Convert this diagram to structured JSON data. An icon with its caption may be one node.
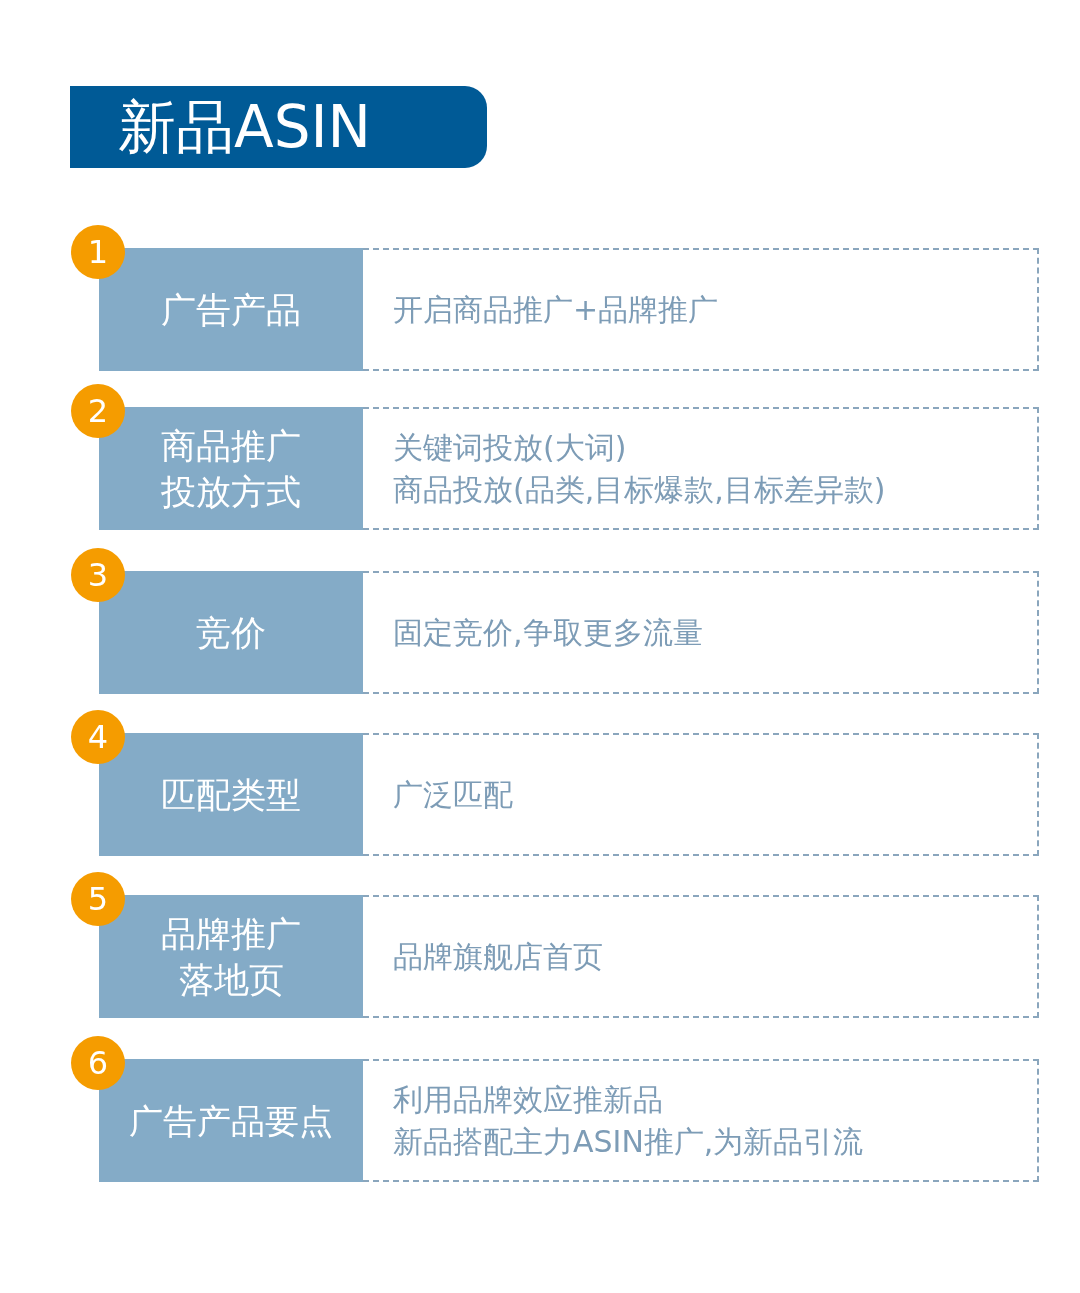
{
  "diagram": {
    "title": "新品ASIN",
    "nodes": [
      {
        "text": [
          "1"
        ]
      },
      {
        "text": [
          "广告产品"
        ]
      },
      {
        "text": [
          "开启商品推广+品牌推广"
        ]
      },
      {
        "text": [
          "2"
        ]
      },
      {
        "text": [
          "商品推广投放方式"
        ]
      },
      {
        "text": [
          "关键词投放(大词)",
          "商品投放(品类,目标爆款,目标差异款)"
        ]
      },
      {
        "text": [
          "3"
        ]
      },
      {
        "text": [
          "竞价"
        ]
      },
      {
        "text": [
          "固定竞价,争取更多流量"
        ]
      },
      {
        "text": [
          "4"
        ]
      },
      {
        "text": [
          "匹配类型"
        ]
      },
      {
        "text": [
          "广泛匹配"
        ]
      },
      {
        "text": [
          "5"
        ]
      },
      {
        "text": [
          "品牌推广落地页"
        ]
      },
      {
        "text": [
          "品牌旗舰店首页"
        ]
      },
      {
        "text": [
          "6"
        ]
      },
      {
        "text": [
          "广告产品要点"
        ]
      },
      {
        "text": [
          "利用品牌效应推新品",
          "新品搭配主力ASIN推广,为新品引流"
        ]
      }
    ],
    "edges": []
  }
}
